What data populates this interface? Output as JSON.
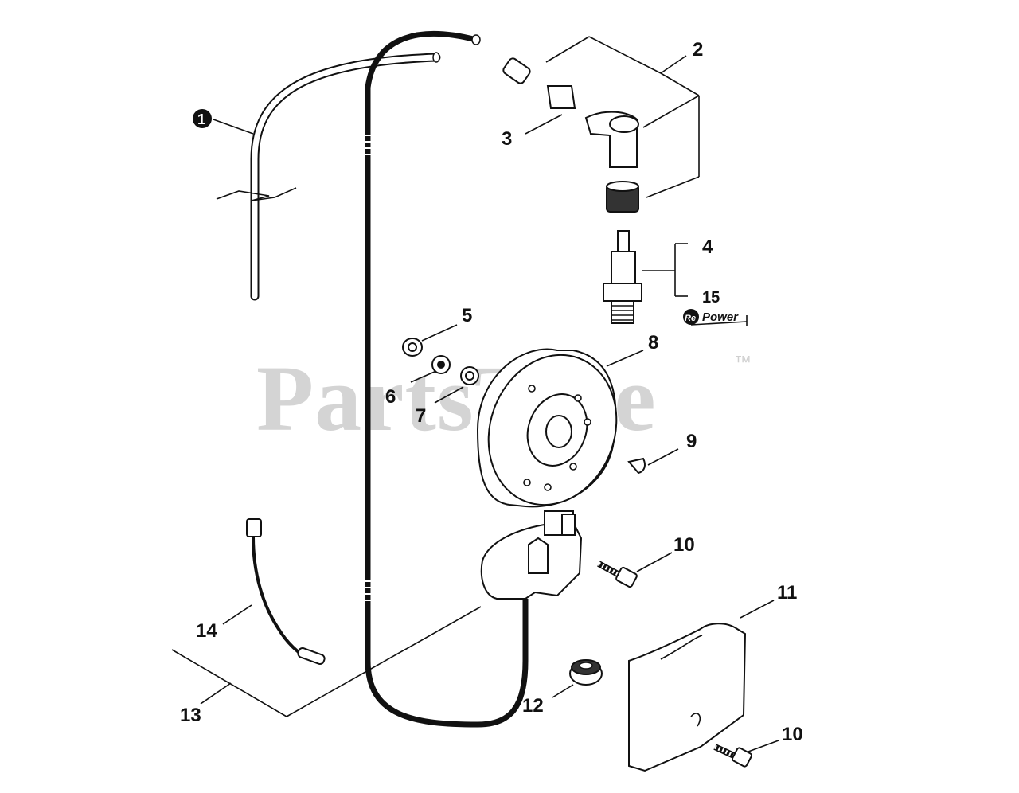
{
  "watermark": {
    "text": "PartsTree",
    "trademark": "™"
  },
  "repower_badge": {
    "prefix": "Re",
    "text": "Power"
  },
  "callouts": {
    "p1": "1",
    "p2": "2",
    "p3": "3",
    "p4": "4",
    "p5": "5",
    "p6": "6",
    "p7": "7",
    "p8": "8",
    "p9": "9",
    "p10a": "10",
    "p10b": "10",
    "p11": "11",
    "p12": "12",
    "p13": "13",
    "p14": "14",
    "p15": "15"
  }
}
